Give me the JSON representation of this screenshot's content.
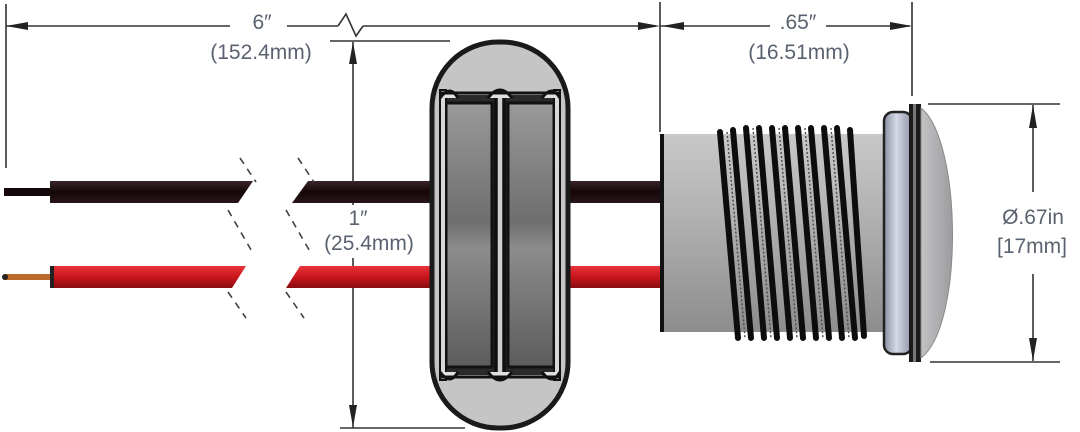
{
  "diagram": {
    "subject": "Panel-mount LED indicator with wire leads",
    "dimensions": {
      "lead_length": {
        "inches": "6″",
        "mm": "(152.4mm)"
      },
      "body_length": {
        "inches": ".65″",
        "mm": "(16.51mm)"
      },
      "bezel_height": {
        "inches": "1″",
        "mm": "(25.4mm)"
      },
      "lens_diameter": {
        "inches": "Ø.67in",
        "mm": "[17mm]"
      }
    },
    "wires": [
      {
        "name": "black lead",
        "color": "#1a0d0f"
      },
      {
        "name": "red lead",
        "color": "#c8161d"
      }
    ],
    "colors": {
      "dimension_line": "#333333",
      "dimension_text": "#5a6270",
      "body_gray": "#a9a9a9",
      "lens_gray": "#b5b5b8",
      "oring_blue_gray": "#a8aec0"
    }
  }
}
